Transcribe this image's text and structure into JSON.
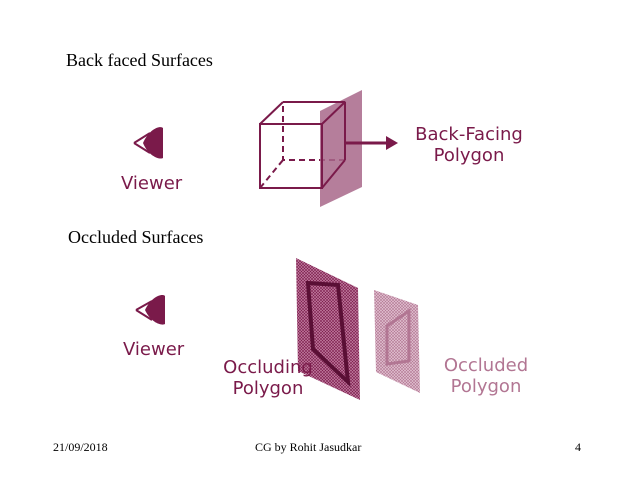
{
  "colors": {
    "accent_dark": "#7a1a4a",
    "accent_light": "#b27693",
    "plane_fill": "#a8678a"
  },
  "section1": {
    "heading": "Back faced Surfaces",
    "figure": {
      "viewer_label": "Viewer",
      "back_facing_line1": "Back-Facing",
      "back_facing_line2": "Polygon",
      "icons": [
        "eye-icon",
        "cube",
        "arrow-right-icon"
      ]
    }
  },
  "section2": {
    "heading": "Occluded Surfaces",
    "figure": {
      "viewer_label": "Viewer",
      "occluding_line1": "Occluding",
      "occluding_line2": "Polygon",
      "occluded_line1": "Occluded",
      "occluded_line2": "Polygon",
      "icons": [
        "eye-icon"
      ]
    }
  },
  "footer": {
    "date": "21/09/2018",
    "center": "CG  by  Rohit Jasudkar",
    "page_number": "4"
  }
}
